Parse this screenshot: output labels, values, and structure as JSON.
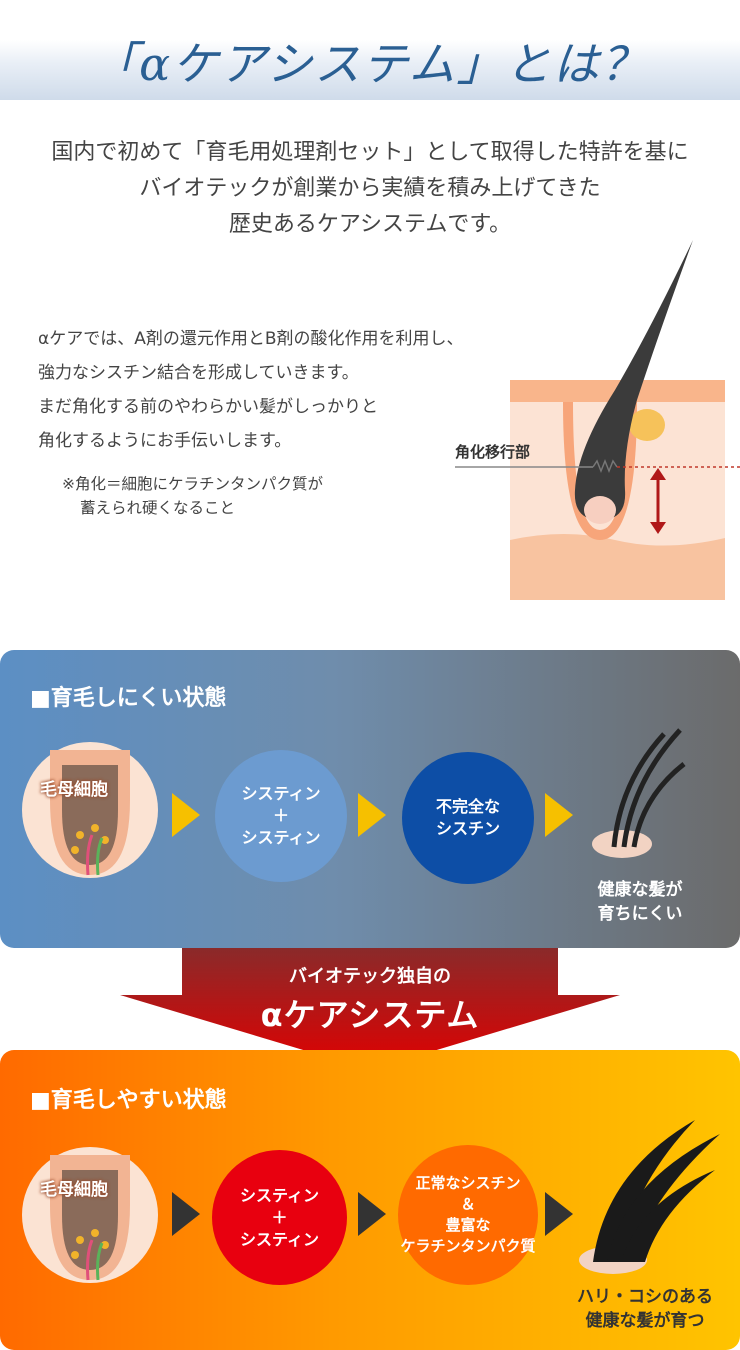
{
  "title": "「αケアシステム」とは？",
  "intro": [
    "国内で初めて「育毛用処理剤セット」として取得した特許を基に",
    "バイオテックが創業から実績を積み上げてきた",
    "歴史あるケアシステムです。"
  ],
  "body": [
    "αケアでは、A剤の還元作用とB剤の酸化作用を利用し、",
    "強力なシスチン結合を形成していきます。",
    "まだ角化する前のやわらかい髪がしっかりと",
    "角化するようにお手伝いします。"
  ],
  "note": [
    "※角化＝細胞にケラチンタンパク質が",
    "蓄えられ硬くなること"
  ],
  "diagram_label": "角化移行部",
  "top_panel": {
    "title": "■育毛しにくい状態",
    "cell_label": "毛母細胞",
    "c2": [
      "システィン",
      "＋",
      "システィン"
    ],
    "c3": [
      "不完全な",
      "シスチン"
    ],
    "result": [
      "健康な髪が",
      "育ちにくい"
    ]
  },
  "banner": {
    "line1": "バイオテック独自の",
    "line2": "αケアシステム"
  },
  "bottom_panel": {
    "title": "■育毛しやすい状態",
    "cell_label": "毛母細胞",
    "c2": [
      "システィン",
      "＋",
      "システィン"
    ],
    "c3": [
      "正常なシスチン",
      "＆",
      "豊富な",
      "ケラチンタンパク質"
    ],
    "result": [
      "ハリ・コシのある",
      "健康な髪が育つ"
    ]
  },
  "colors": {
    "title_blue": "#2a5f93",
    "arrow_yellow": "#f6c000",
    "arrow_dark": "#333333",
    "banner_red": "#e10000"
  }
}
